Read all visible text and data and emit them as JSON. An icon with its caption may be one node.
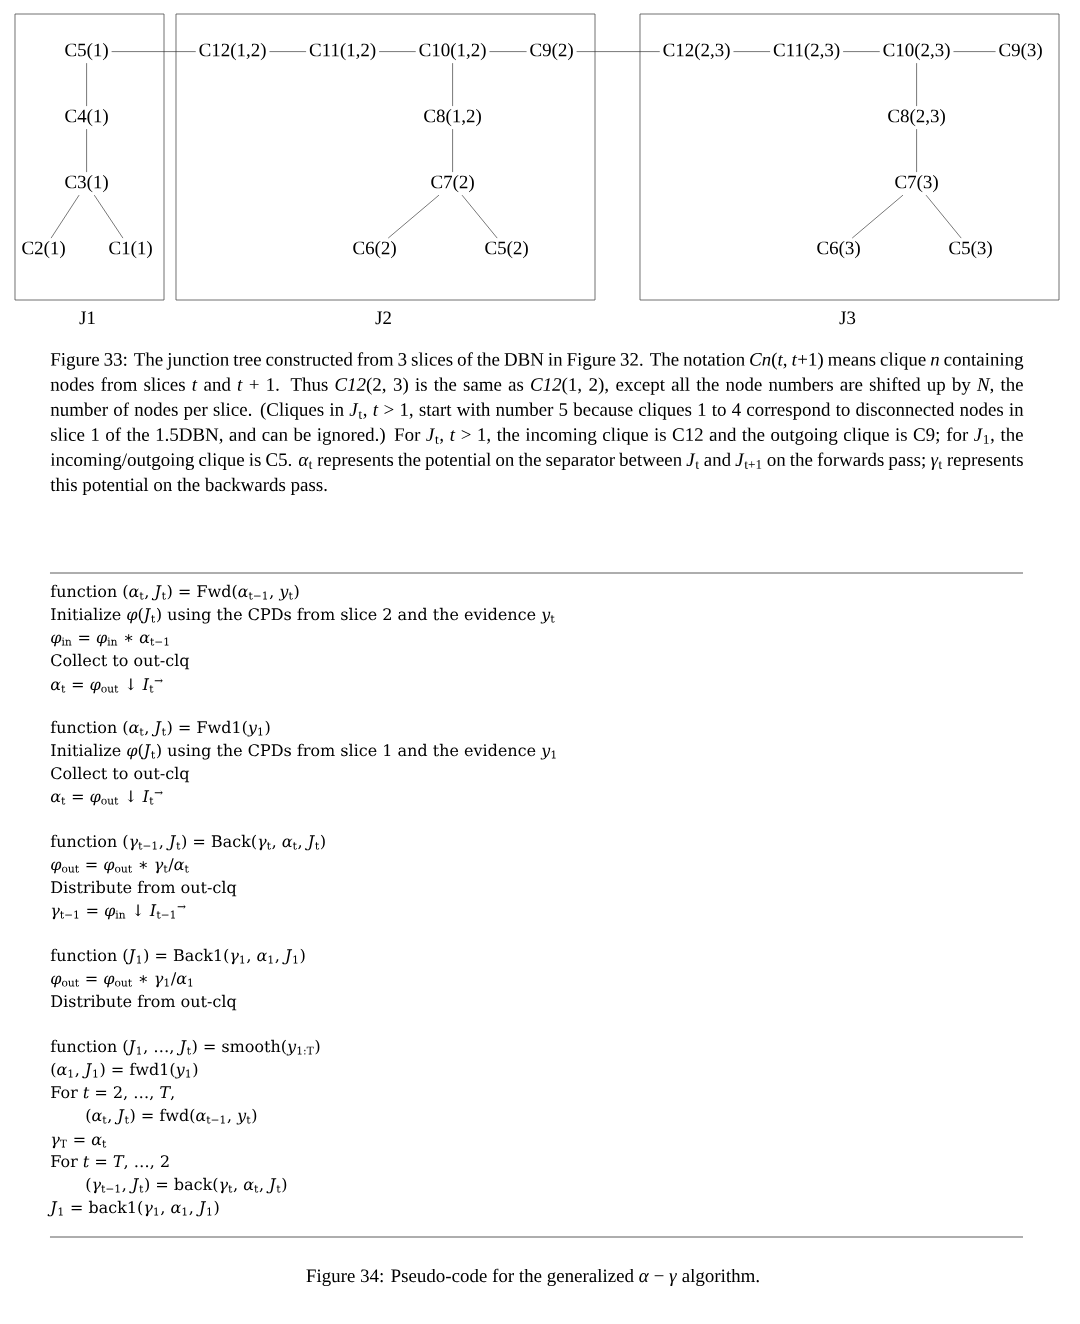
{
  "diagram": {
    "caption": "Figure 33: The junction tree constructed from 3 slices of the DBN in Figure 32. The notation *Cn*(*t*, *t*+1) means clique *n* containing nodes from slices *t* and *t* + 1. Thus *C12*(2, 3) is the same as *C12*(1, 2), except all the node numbers are shifted up by *N*, the number of nodes per slice. (Cliques in *J*$_{t}$, *t* > 1, start with number 5 because cliques 1 to 4 correspond to disconnected nodes in slice 1 of the 1.5DBN, and can be ignored.) For *J*$_{t}$, *t* > 1, the incoming clique is C12 and the outgoing clique is C9; for *J*$_{1}$, the incoming/outgoing clique is C5. *α*$_{t}$ represents the potential on the separator between *J*$_{t}$ and *J*$_{t+1}$ on the forwards pass; *γ*$_{t}$ represents this potential on the backwards pass.",
    "nodes": [
      {
        "text": [
          "J1"
        ]
      },
      {
        "text": [
          "C5(1)"
        ],
        "in": 0
      },
      {
        "text": [
          "C4(1)"
        ],
        "in": 0
      },
      {
        "text": [
          "C3(1)"
        ],
        "in": 0
      },
      {
        "text": [
          "C2(1)"
        ],
        "in": 0
      },
      {
        "text": [
          "C1(1)"
        ],
        "in": 0
      },
      {
        "text": [
          "J2"
        ]
      },
      {
        "text": [
          "C12(1,2)"
        ],
        "in": 6
      },
      {
        "text": [
          "C11(1,2)"
        ],
        "in": 6
      },
      {
        "text": [
          "C10(1,2)"
        ],
        "in": 6
      },
      {
        "text": [
          "C9(2)"
        ],
        "in": 6
      },
      {
        "text": [
          "C8(1,2)"
        ],
        "in": 6
      },
      {
        "text": [
          "C7(2)"
        ],
        "in": 6
      },
      {
        "text": [
          "C6(2)"
        ],
        "in": 6
      },
      {
        "text": [
          "C5(2)"
        ],
        "in": 6
      },
      {
        "text": [
          "J3"
        ]
      },
      {
        "text": [
          "C12(2,3)"
        ],
        "in": 15
      },
      {
        "text": [
          "C11(2,3)"
        ],
        "in": 15
      },
      {
        "text": [
          "C10(2,3)"
        ],
        "in": 15
      },
      {
        "text": [
          "C9(3)"
        ],
        "in": 15
      },
      {
        "text": [
          "C8(2,3)"
        ],
        "in": 15
      },
      {
        "text": [
          "C7(3)"
        ],
        "in": 15
      },
      {
        "text": [
          "C6(3)"
        ],
        "in": 15
      },
      {
        "text": [
          "C5(3)"
        ],
        "in": 15
      }
    ],
    "edges": [
      {
        "from": 1,
        "to": 2,
        "arrow": "none"
      },
      {
        "from": 2,
        "to": 3,
        "arrow": "none"
      },
      {
        "from": 3,
        "to": 4,
        "arrow": "none"
      },
      {
        "from": 3,
        "to": 5,
        "arrow": "none"
      },
      {
        "from": 1,
        "to": 7,
        "arrow": "none"
      },
      {
        "from": 7,
        "to": 8,
        "arrow": "none"
      },
      {
        "from": 8,
        "to": 9,
        "arrow": "none"
      },
      {
        "from": 9,
        "to": 10,
        "arrow": "none"
      },
      {
        "from": 9,
        "to": 11,
        "arrow": "none"
      },
      {
        "from": 11,
        "to": 12,
        "arrow": "none"
      },
      {
        "from": 12,
        "to": 13,
        "arrow": "none"
      },
      {
        "from": 12,
        "to": 14,
        "arrow": "none"
      },
      {
        "from": 10,
        "to": 16,
        "arrow": "none"
      },
      {
        "from": 16,
        "to": 17,
        "arrow": "none"
      },
      {
        "from": 17,
        "to": 18,
        "arrow": "none"
      },
      {
        "from": 18,
        "to": 19,
        "arrow": "none"
      },
      {
        "from": 18,
        "to": 20,
        "arrow": "none"
      },
      {
        "from": 20,
        "to": 21,
        "arrow": "none"
      },
      {
        "from": 21,
        "to": 22,
        "arrow": "none"
      },
      {
        "from": 21,
        "to": 23,
        "arrow": "none"
      }
    ],
    "labels": [
      "function (*α*$_{t}$, *J*$_{t}$) = Fwd(*α*$_{t−1}$, *y*$_{t}$)",
      "Initialize *φ*(*J*$_{t}$) using the CPDs from slice 2 and the evidence *y*$_{t}$",
      "*φ*$_{in}$ = *φ*$_{in}$ ∗ *α*$_{t−1}$",
      "Collect to out-clq",
      "*α*$_{t}$ = *φ*$_{out}$ ↓ *I*$_{t}$$^{→}$",
      "function (*α*$_{t}$, *J*$_{t}$) = Fwd1(*y*$_{1}$)",
      "Initialize *φ*(*J*$_{t}$) using the CPDs from slice 1 and the evidence *y*$_{1}$",
      "Collect to out-clq",
      "*α*$_{t}$ = *φ*$_{out}$ ↓ *I*$_{t}$$^{→}$",
      "function (*γ*$_{t−1}$, *J*$_{t}$) = Back(*γ*$_{t}$, *α*$_{t}$, *J*$_{t}$)",
      "*φ*$_{out}$ = *φ*$_{out}$ ∗ *γ*$_{t}$/*α*$_{t}$",
      "Distribute from out-clq",
      "*γ*$_{t−1}$ = *φ*$_{in}$ ↓ *I*$_{t−1}$$^{→}$",
      "function (*J*$_{1}$) = Back1(*γ*$_{1}$, *α*$_{1}$, *J*$_{1}$)",
      "*φ*$_{out}$ = *φ*$_{out}$ ∗ *γ*$_{1}$/*α*$_{1}$",
      "Distribute from out-clq",
      "function (*J*$_{1}$, …, *J*$_{t}$) = smooth(*y*$_{1:T}$)",
      "(*α*$_{1}$, *J*$_{1}$) = fwd1(*y*$_{1}$)",
      "For *t* = 2, …, *T*,",
      "(*α*$_{t}$, *J*$_{t}$) = fwd(*α*$_{t−1}$, *y*$_{t}$)",
      "*γ*$_{T}$ = *α*$_{t}$",
      "For *t* = *T*, …, 2",
      "(*γ*$_{t−1}$, *J*$_{t}$) = back(*γ*$_{t}$, *α*$_{t}$, *J*$_{t}$)",
      "*J*$_{1}$ = back1(*γ*$_{1}$, *α*$_{1}$, *J*$_{1}$)",
      "Figure 34: Pseudo-code for the generalized *α* − *γ* algorithm."
    ]
  }
}
